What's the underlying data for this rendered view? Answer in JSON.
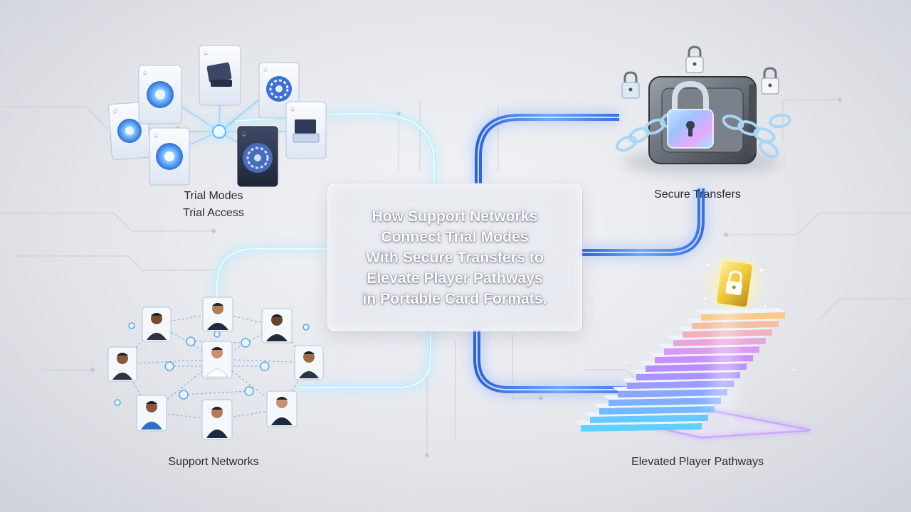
{
  "center": {
    "title_lines": [
      "How Support Networks",
      "Connect Trial Modes",
      "With Secure Transfers to",
      "Elevate Player Pathways",
      "in Portable Card Formats."
    ]
  },
  "nodes": {
    "trial": {
      "line1": "Trial Modes",
      "line2": "Trial Access"
    },
    "secure": {
      "label": "Secure Transfers"
    },
    "support": {
      "label": "Support Networks"
    },
    "elevated": {
      "label": "Elevated Player Pathways"
    }
  },
  "colors": {
    "glow_blue": "#7fb4ff",
    "core_blue": "#3f7de8",
    "cyan": "#9be3ff",
    "gold": "#f0c93a",
    "lock_grey": "#5b6068"
  },
  "icons": [
    "card-icon",
    "padlock-icon",
    "chain-icon",
    "person-icon",
    "staircase-icon",
    "gold-card-lock-icon"
  ]
}
